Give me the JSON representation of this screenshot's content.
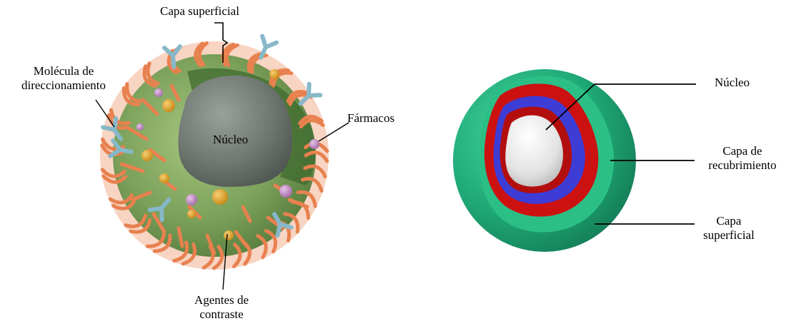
{
  "left_diagram": {
    "labels": {
      "surface_layer": "Capa superficial",
      "targeting_molecule": "Molécula de\ndireccionamiento",
      "drugs": "Fármacos",
      "core": "Núcleo",
      "contrast_agents": "Agentes de\ncontraste"
    }
  },
  "right_diagram": {
    "labels": {
      "core": "Núcleo",
      "coating_layer": "Capa de\nrecubrimiento",
      "surface_layer": "Capa\nsuperficial"
    }
  },
  "colors": {
    "particle_shell": "#7aa05a",
    "particle_inner": "#5e8a48",
    "core_gray": "#6e7670",
    "ligand_orange": "#e8814f",
    "antibody_blue": "#87b8c8",
    "drug_purple": "#c58bc7",
    "contrast_gold": "#e0a12a",
    "outer_green": "#1fa876",
    "coating_red": "#cc1111",
    "coating_blue": "#3d3dd6",
    "core_white": "#ececec"
  }
}
